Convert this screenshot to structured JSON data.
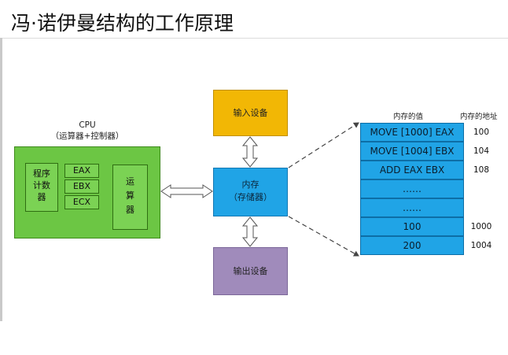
{
  "title": "冯·诺伊曼结构的工作原理",
  "cpu": {
    "label": "CPU",
    "sublabel": "（运算器+控制器）",
    "program_counter": [
      "程序",
      "计数",
      "器"
    ],
    "registers": [
      "EAX",
      "EBX",
      "ECX"
    ],
    "alu": [
      "运",
      "算",
      "器"
    ]
  },
  "memory": {
    "line1": "内存",
    "line2": "（存储器）"
  },
  "input_device": "输入设备",
  "output_device": "输出设备",
  "memory_table": {
    "value_header": "内存的值",
    "address_header": "内存的地址",
    "values": [
      "MOVE  [1000] EAX",
      "MOVE  [1004] EBX",
      "ADD  EAX EBX",
      "……",
      "……",
      "100",
      "200"
    ],
    "addresses": [
      "100",
      "104",
      "108",
      "",
      "",
      "1000",
      "1004"
    ]
  },
  "colors": {
    "cpu": "#6cc644",
    "memory": "#20a4e6",
    "input": "#f2b705",
    "output": "#a08bbb"
  }
}
